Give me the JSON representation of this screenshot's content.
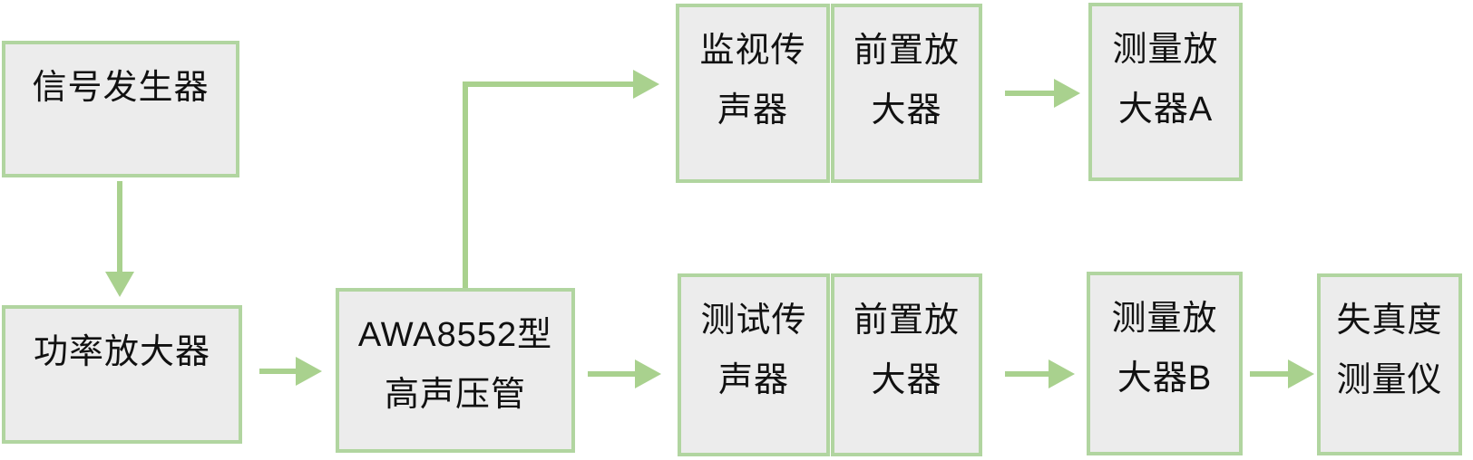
{
  "diagram": {
    "description": "Flow diagram of a high sound-pressure distortion measurement setup",
    "colors": {
      "box_fill": "#ececec",
      "box_border": "#b1d5a0",
      "arrow": "#a9d18e",
      "text": "#111111",
      "background": "#ffffff"
    },
    "nodes": [
      {
        "id": "signal-generator",
        "lines": [
          "信号发生器"
        ]
      },
      {
        "id": "power-amplifier",
        "lines": [
          "功率放大器"
        ]
      },
      {
        "id": "awa8552-tube",
        "lines": [
          "AWA8552型",
          "高声压管"
        ]
      },
      {
        "id": "monitor-microphone",
        "lines": [
          "监视传",
          "声器"
        ]
      },
      {
        "id": "preamplifier-top",
        "lines": [
          "前置放",
          "大器"
        ]
      },
      {
        "id": "measuring-amplifier-a",
        "lines": [
          "测量放",
          "大器A"
        ]
      },
      {
        "id": "test-microphone",
        "lines": [
          "测试传",
          "声器"
        ]
      },
      {
        "id": "preamplifier-bottom",
        "lines": [
          "前置放",
          "大器"
        ]
      },
      {
        "id": "measuring-amplifier-b",
        "lines": [
          "测量放",
          "大器B"
        ]
      },
      {
        "id": "distortion-meter",
        "lines": [
          "失真度",
          "测量仪"
        ]
      }
    ],
    "edges": [
      {
        "from": "signal-generator",
        "to": "power-amplifier",
        "direction": "down"
      },
      {
        "from": "power-amplifier",
        "to": "awa8552-tube",
        "direction": "right"
      },
      {
        "from": "awa8552-tube",
        "to": "monitor-microphone",
        "direction": "up-right"
      },
      {
        "from": "awa8552-tube",
        "to": "test-microphone",
        "direction": "right"
      },
      {
        "from": "preamplifier-top",
        "to": "measuring-amplifier-a",
        "direction": "right"
      },
      {
        "from": "preamplifier-bottom",
        "to": "measuring-amplifier-b",
        "direction": "right"
      },
      {
        "from": "measuring-amplifier-b",
        "to": "distortion-meter",
        "direction": "right"
      }
    ]
  }
}
